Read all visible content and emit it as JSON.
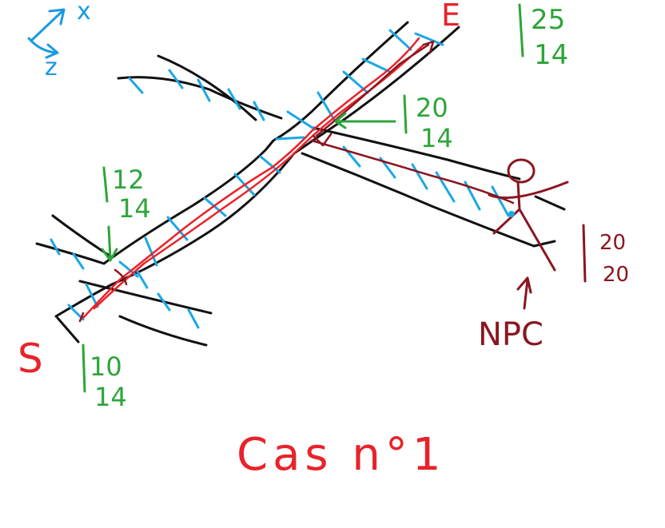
{
  "colors": {
    "outline": "#111111",
    "tiles": "#1aa8e6",
    "path": "#e8232a",
    "npc": "#8a1620",
    "coords": "#2ea43a",
    "axes": "#1a9ae0",
    "background": "#ffffff"
  },
  "axes": {
    "x_label": "x",
    "z_label": "z"
  },
  "labels": {
    "start": "S",
    "end": "E",
    "npc": "NPC",
    "title": "Cas n°1"
  },
  "coordinates": {
    "end": {
      "x": "25",
      "z": "14"
    },
    "junction": {
      "x": "20",
      "z": "14"
    },
    "corner": {
      "x": "12",
      "z": "14"
    },
    "start": {
      "x": "10",
      "z": "14"
    },
    "npc": {
      "x": "20",
      "z": "20"
    }
  }
}
